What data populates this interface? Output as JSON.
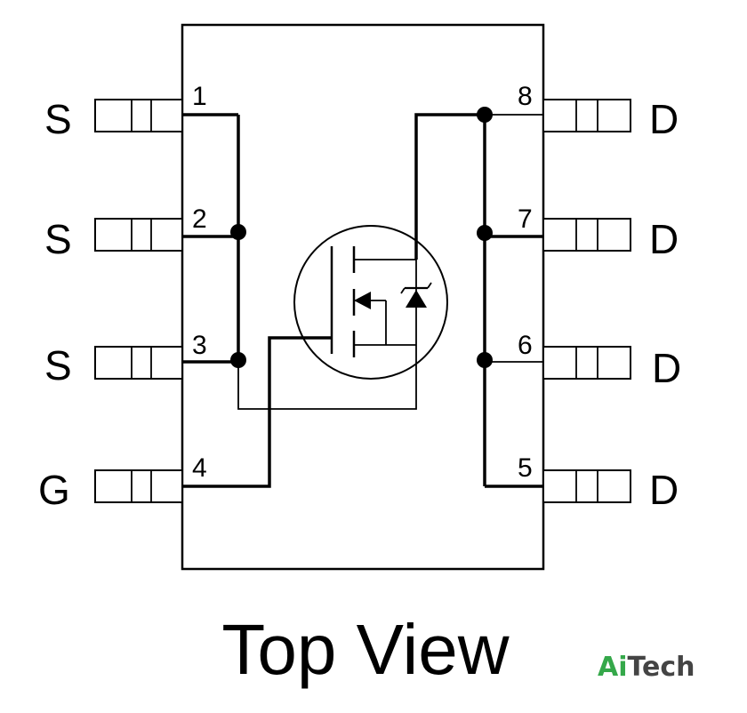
{
  "pins": [
    {
      "number": "1",
      "label": "S"
    },
    {
      "number": "2",
      "label": "S"
    },
    {
      "number": "3",
      "label": "S"
    },
    {
      "number": "4",
      "label": "G"
    },
    {
      "number": "5",
      "label": "D"
    },
    {
      "number": "6",
      "label": "D"
    },
    {
      "number": "7",
      "label": "D"
    },
    {
      "number": "8",
      "label": "D"
    }
  ],
  "caption": "Top View",
  "brand": {
    "prefix": "Ai",
    "suffix": "Tech",
    "prefix_color": "#35a84a",
    "suffix_color": "#444444"
  }
}
